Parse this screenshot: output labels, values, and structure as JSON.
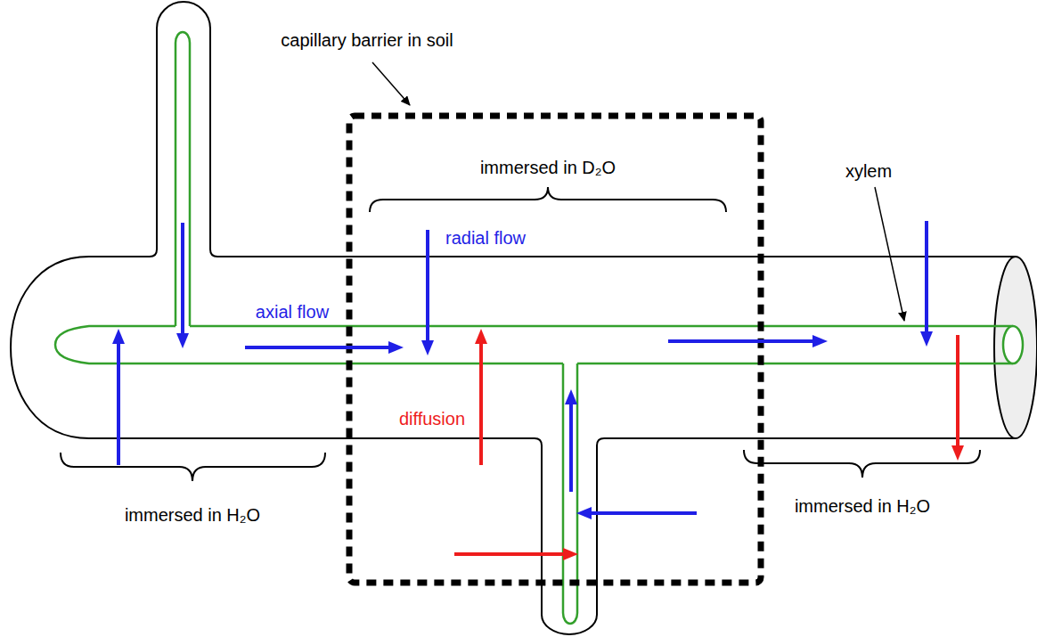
{
  "diagram": {
    "labels": [
      "capillary barrier in soil",
      "immersed in D₂O",
      "radial flow",
      "axial flow",
      "xylem",
      "diffusion",
      "immersed in H₂O",
      "immersed in H₂O"
    ]
  }
}
